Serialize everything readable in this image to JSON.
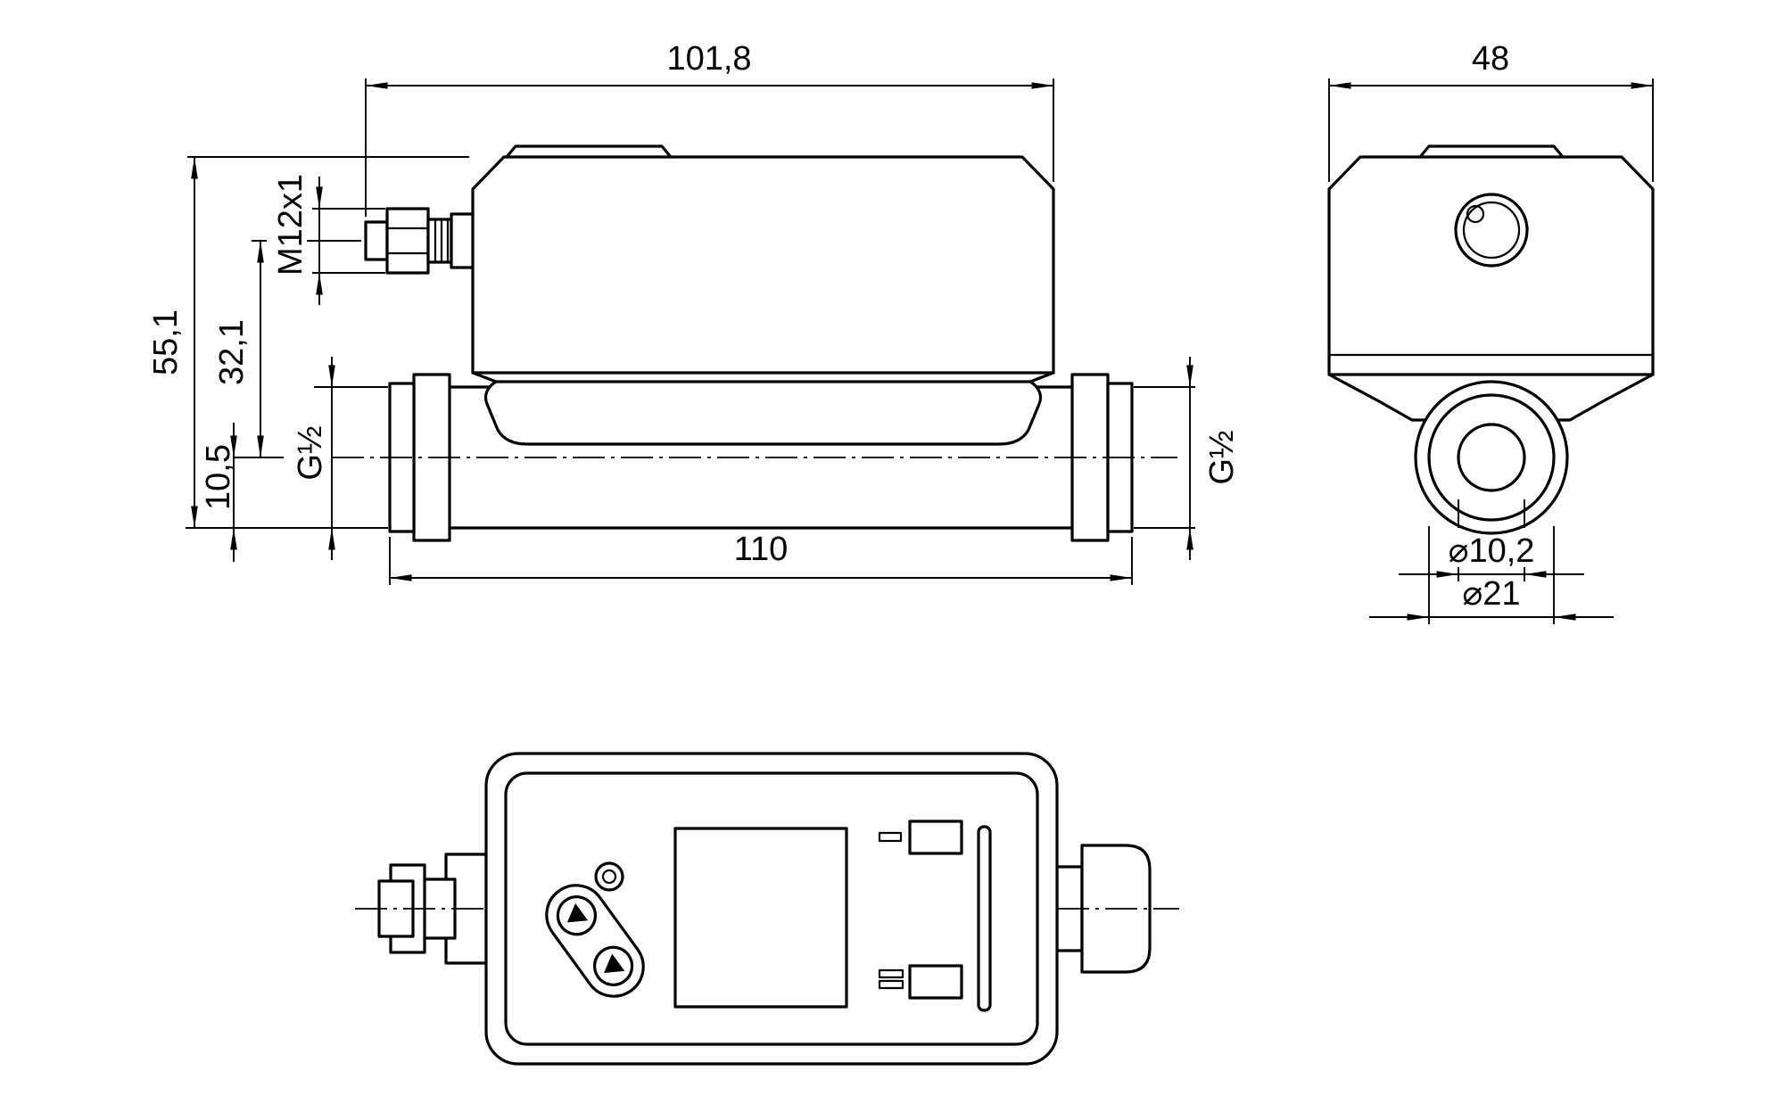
{
  "colors": {
    "line": "#000000",
    "background": "#ffffff"
  },
  "side_view": {
    "dim_width_top": "101,8",
    "dim_height_total": "55,1",
    "dim_connector_axis_to_pipe_axis": "32,1",
    "dim_pipe_axis_to_bottom": "10,5",
    "label_connector_thread": "M12x1",
    "label_process_thread_left": "G½",
    "label_process_thread_right": "G½",
    "dim_pipe_length": "110"
  },
  "front_view": {
    "dim_width": "48",
    "dim_bore_diameter": "⌀10,2",
    "dim_pipe_outer_diameter": "⌀21"
  }
}
